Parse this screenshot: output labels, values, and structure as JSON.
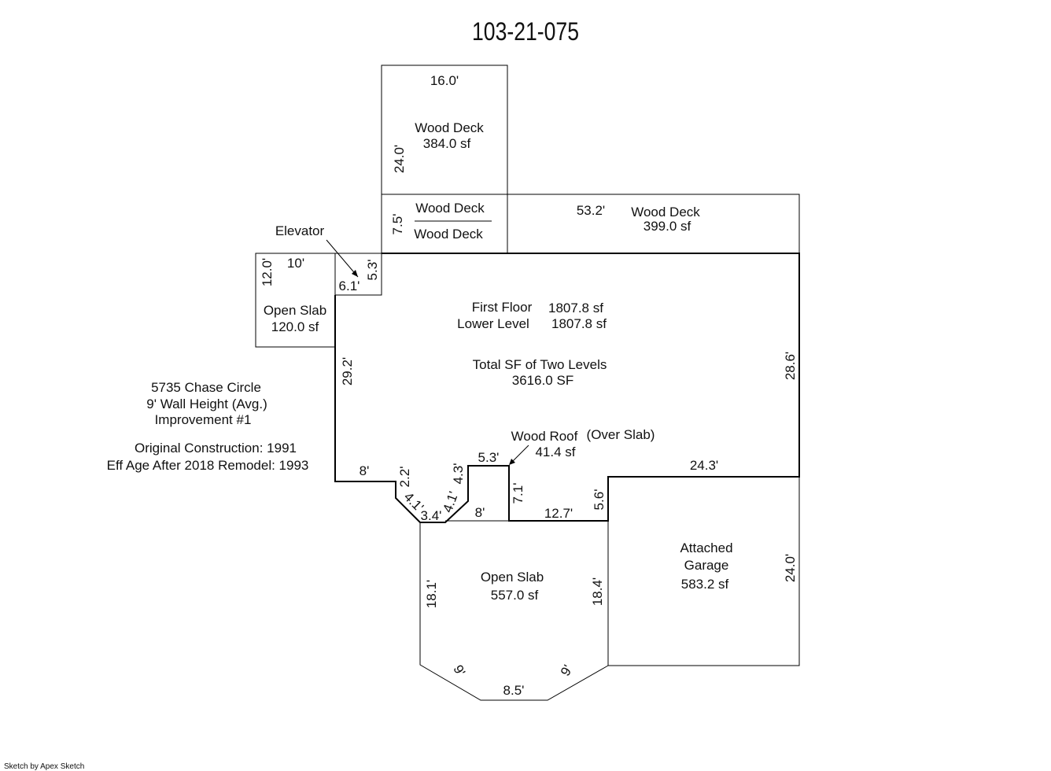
{
  "title": "103-21-075",
  "footer": "Sketch by Apex Sketch",
  "info": {
    "address": "5735 Chase Circle",
    "wall_height": "9' Wall Height (Avg.)",
    "improvement": "Improvement #1",
    "original_construction": "Original Construction: 1991",
    "eff_age": "Eff Age After 2018 Remodel: 1993"
  },
  "areas": {
    "deck_top": {
      "name": "Wood Deck",
      "sf": "384.0 sf"
    },
    "deck_stair_upper": {
      "name": "Wood Deck"
    },
    "deck_stair_lower": {
      "name": "Wood Deck"
    },
    "deck_right": {
      "name": "Wood Deck",
      "sf": "399.0 sf"
    },
    "elevator": {
      "name": "Elevator"
    },
    "open_slab_small": {
      "name": "Open Slab",
      "sf": "120.0 sf"
    },
    "first_floor": {
      "name": "First Floor",
      "sf": "1807.8 sf"
    },
    "lower_level": {
      "name": "Lower Level",
      "sf": "1807.8 sf"
    },
    "total": {
      "name": "Total SF of Two Levels",
      "sf": "3616.0 SF"
    },
    "wood_roof": {
      "name": "Wood Roof",
      "sf": "41.4 sf",
      "note": "(Over Slab)"
    },
    "open_slab_large": {
      "name": "Open Slab",
      "sf": "557.0 sf"
    },
    "garage": {
      "line1": "Attached",
      "line2": "Garage",
      "sf": "583.2 sf"
    }
  },
  "dimensions": {
    "deck_top_width": "16.0'",
    "deck_top_height": "24.0'",
    "deck_stair_height": "7.5'",
    "deck_right_width": "53.2'",
    "slab_small_width": "10'",
    "slab_small_height": "12.0'",
    "elevator_width": "6.1'",
    "elevator_height": "5.3'",
    "house_left": "29.2'",
    "house_right": "28.6'",
    "house_bottom_left": "8'",
    "bay_vertical_left": "2.2'",
    "bay_diag_left": "4.1'",
    "bay_bottom": "3.4'",
    "bay_diag_right": "4.1'",
    "bay_vertical_right": "4.3'",
    "roof_width": "5.3'",
    "roof_height": "7.1'",
    "roof_bottom": "8'",
    "house_bottom_mid": "12.7'",
    "garage_step": "5.6'",
    "garage_top": "24.3'",
    "garage_right": "24.0'",
    "slab_large_left": "18.1'",
    "slab_large_right": "18.4'",
    "slab_diag_left": "9'",
    "slab_bottom": "8.5'",
    "slab_diag_right": "9'"
  }
}
